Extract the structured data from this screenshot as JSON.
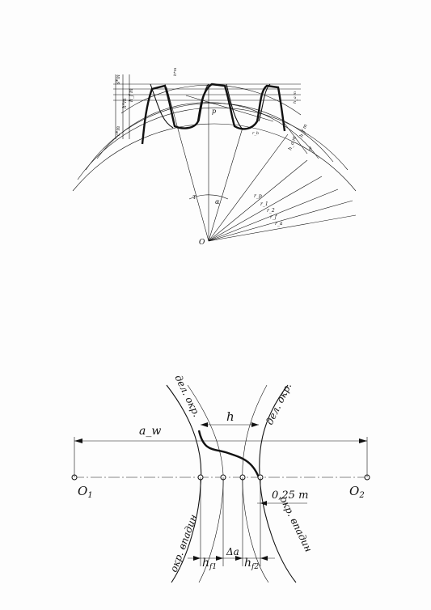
{
  "top_figure": {
    "labels": {
      "center": "O",
      "angle": "α",
      "angle_tau": "τ",
      "p": "p",
      "r_labels": [
        "r_p",
        "r_1",
        "r_2",
        "r_f",
        "r_a"
      ],
      "left_dims": [
        "c*m",
        "h*m",
        "h_f m",
        "s*m"
      ],
      "right_dims": [
        "h_a m",
        "h_f m",
        "h"
      ],
      "small": [
        "h*m",
        "r_b",
        "h_a m"
      ]
    }
  },
  "bottom_figure": {
    "labels": {
      "aw": "a_w",
      "h": "h",
      "O1": "O",
      "O1_sub": "1",
      "O2": "O",
      "O2_sub": "2",
      "del_okr_left": "дел. окр.",
      "del_okr_right": "дел. окр.",
      "okr_vpadin_left": "окр. впадин",
      "okr_vpadin_right": "окр. впадин",
      "clearance": "0,25 m",
      "hf1": "h",
      "hf1_sub": "f1",
      "delta_a": "Δa",
      "hf2": "h",
      "hf2_sub": "f2"
    }
  }
}
